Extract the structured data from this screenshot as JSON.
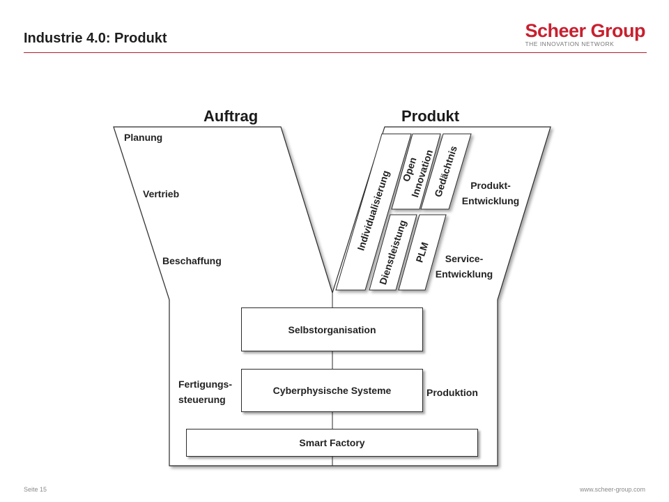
{
  "header": {
    "title": "Industrie 4.0: Produkt",
    "logo_name": "Scheer Group",
    "logo_tagline": "THE INNOVATION NETWORK",
    "accent_color": "#c8202f"
  },
  "diagram": {
    "left_heading": "Auftrag",
    "right_heading": "Produkt",
    "left_labels": {
      "planung": "Planung",
      "vertrieb": "Vertrieb",
      "beschaffung": "Beschaffung",
      "fertigung_line1": "Fertigungs-",
      "fertigung_line2": "steuerung"
    },
    "right_labels": {
      "produkt_line1": "Produkt-",
      "produkt_line2": "Entwicklung",
      "service_line1": "Service-",
      "service_line2": "Entwicklung",
      "produktion": "Produktion"
    },
    "bars": {
      "individualisierung": "Individualisierung",
      "open_line1": "Open",
      "open_line2": "Innovation",
      "gedaechtnis": "Gedächtnis",
      "dienstleistung": "Dienstleistung",
      "plm": "PLM"
    },
    "boxes": {
      "selbstorganisation": "Selbstorganisation",
      "cyberphysisch": "Cyberphysische Systeme",
      "smart_factory": "Smart Factory"
    }
  },
  "footer": {
    "page": "Seite 15",
    "url": "www.scheer-group.com"
  }
}
